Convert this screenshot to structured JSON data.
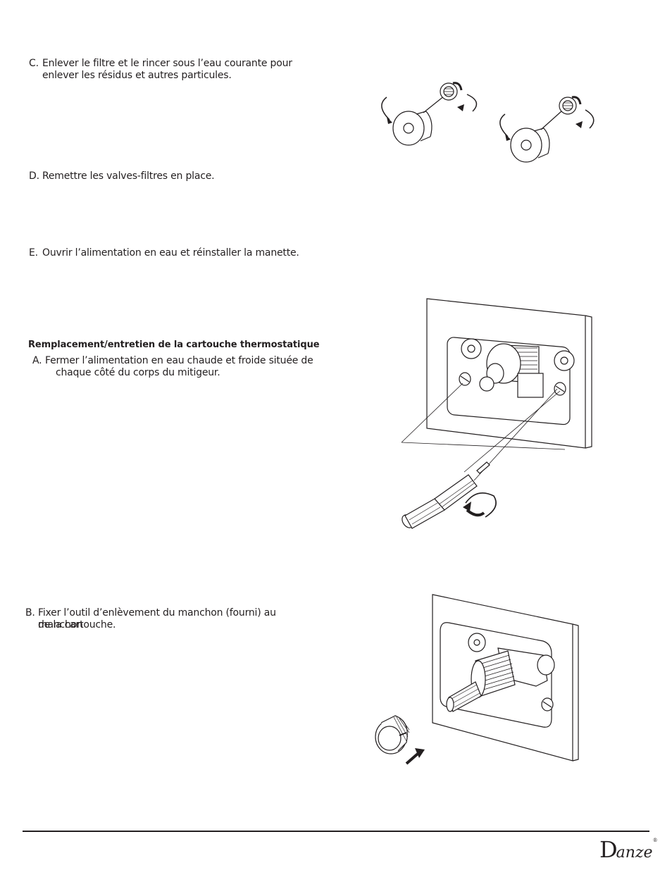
{
  "steps": {
    "c": {
      "letter": "C.",
      "line1": "Enlever le filtre et le rincer sous l’eau courante pour",
      "line2": "enlever les résidus et autres particules."
    },
    "d": {
      "letter": "D.",
      "line1": "Remettre les valves-filtres en place."
    },
    "e": {
      "letter": "E.",
      "line1": "Ouvrir l’alimentation en eau et réinstaller la manette."
    }
  },
  "section": {
    "title": "Remplacement/entretien de la cartouche thermostatique",
    "a": {
      "letter": "A.",
      "line1": "Fermer l’alimentation en eau chaude et froide située de",
      "line2": "chaque côté du corps du mitigeur."
    },
    "b": {
      "letter": "B.",
      "line1": "Fixer l’outil d’enlèvement du manchon (fourni) au manchon",
      "line2": "de la cartouche."
    }
  },
  "footer": {
    "brand_initial": "D",
    "brand_rest": "anze",
    "brand_mark": "®"
  }
}
